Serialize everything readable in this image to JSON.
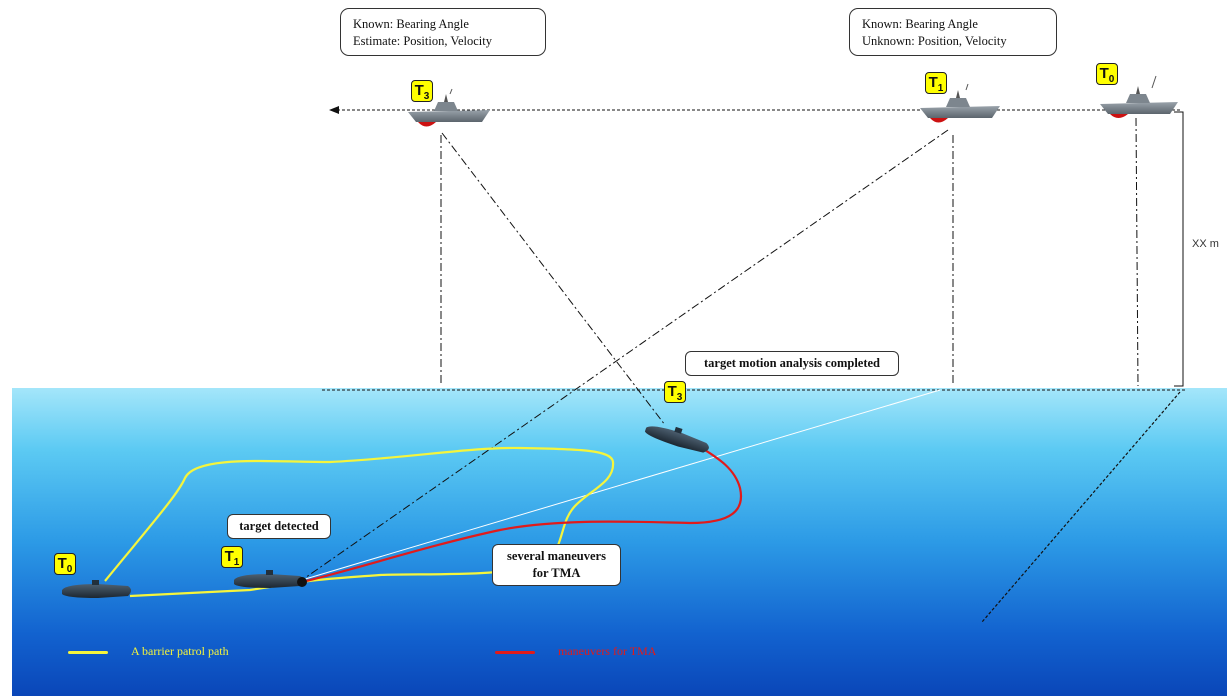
{
  "info_boxes": {
    "left": {
      "line1": "Known: Bearing Angle",
      "line2": "Estimate: Position, Velocity"
    },
    "right": {
      "line1": "Known: Bearing Angle",
      "line2": "Unknown: Position, Velocity"
    }
  },
  "badges": {
    "ship_t3": {
      "letter": "T",
      "sub": "3"
    },
    "ship_t1": {
      "letter": "T",
      "sub": "1"
    },
    "ship_t0": {
      "letter": "T",
      "sub": "0"
    },
    "sub_t3": {
      "letter": "T",
      "sub": "3"
    },
    "sub_t1": {
      "letter": "T",
      "sub": "1"
    },
    "sub_t0": {
      "letter": "T",
      "sub": "0"
    }
  },
  "labels": {
    "tma_completed": "target motion analysis completed",
    "target_detected": "target detected",
    "maneuvers_line1": "several maneuvers",
    "maneuvers_line2": "for TMA",
    "distance": "XX m"
  },
  "legend": {
    "patrol": {
      "text": "A barrier patrol path",
      "color": "#f5f53c"
    },
    "maneuvers": {
      "text": "maneuvers for TMA",
      "color": "#e01b1b"
    }
  },
  "colors": {
    "patrol_path": "#f5f53c",
    "maneuver_path": "#e01b1b",
    "badge": "#ffff00"
  }
}
